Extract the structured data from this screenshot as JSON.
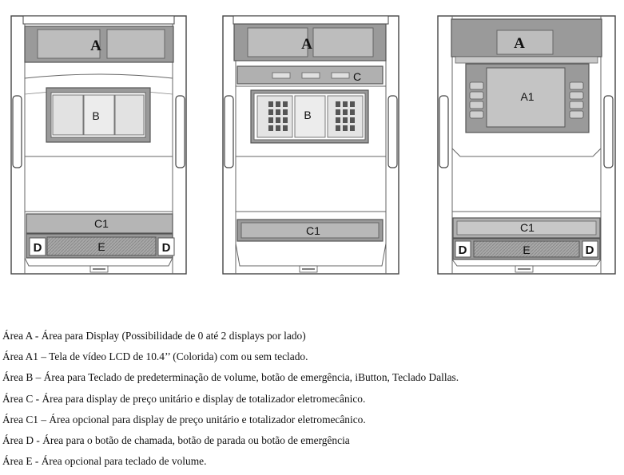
{
  "units": [
    {
      "labels": {
        "A": "A",
        "B": "B",
        "C1": "C1",
        "D_left": "D",
        "D_right": "D",
        "E": "E"
      }
    },
    {
      "labels": {
        "A": "A",
        "C": "C",
        "B": "B",
        "C1": "C1"
      }
    },
    {
      "labels": {
        "A": "A",
        "A1": "A1",
        "C1": "C1",
        "D_left": "D",
        "D_right": "D",
        "E": "E"
      }
    }
  ],
  "legend": [
    "Área A -  Área para Display (Possibilidade de 0 até 2 displays por lado)",
    "Área A1 – Tela de vídeo LCD de 10.4’’ (Colorida) com ou sem teclado.",
    "Área B – Área para Teclado de predeterminação de volume, botão de emergência, iButton, Teclado Dallas.",
    "Área C - Área para display de preço unitário e display de totalizador eletromecânico.",
    "Área C1 – Área opcional para display de preço unitário e totalizador eletromecânico.",
    "Área D - Área para o botão de chamada, botão de parada ou botão de emergência",
    "Área E - Área opcional para teclado de volume."
  ],
  "colors": {
    "panel": "#9a9a9a",
    "panel_light": "#c4c4c4",
    "frame": "#555555"
  }
}
